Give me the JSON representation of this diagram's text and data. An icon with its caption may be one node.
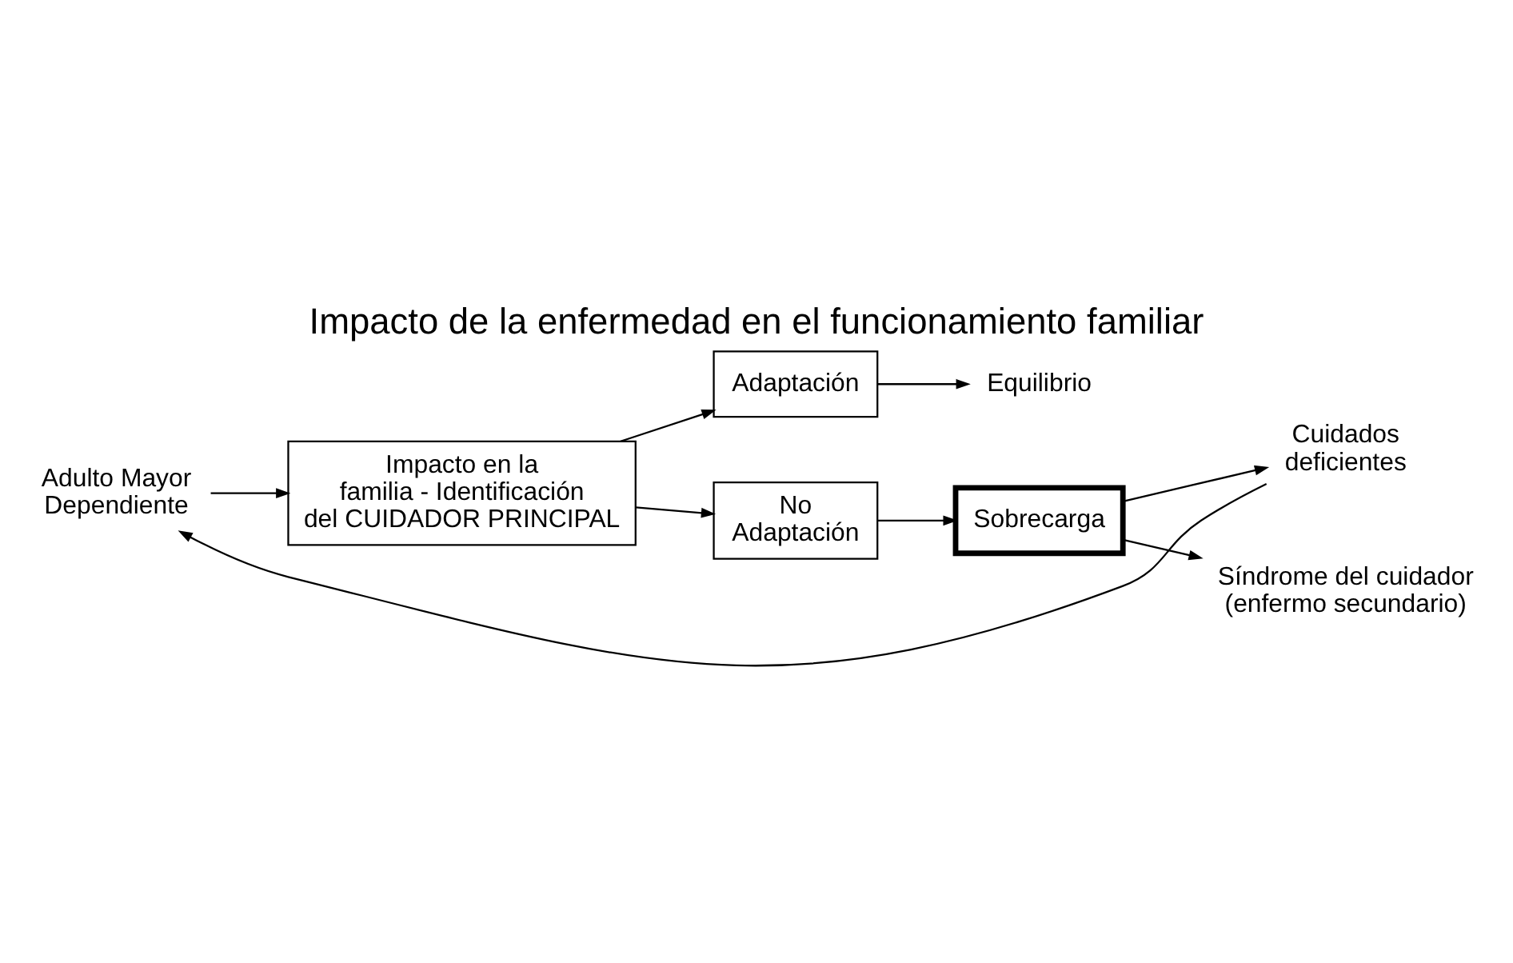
{
  "diagram": {
    "title": "Impacto de la enfermedad en el funcionamiento familiar",
    "nodes": [
      {
        "text": [
          "Adulto Mayor Dependiente"
        ]
      },
      {
        "text": [
          "Impacto en la familia - Identificación del CUIDADOR PRINCIPAL"
        ]
      },
      {
        "text": [
          "Adaptación"
        ]
      },
      {
        "text": [
          "Equilibrio"
        ]
      },
      {
        "text": [
          "No Adaptación"
        ]
      },
      {
        "text": [
          "Sobrecarga"
        ]
      },
      {
        "text": [
          "Cuidados deficientes"
        ]
      },
      {
        "text": [
          "Síndrome del cuidador (enfermo secundario)"
        ]
      }
    ],
    "edges": [
      {
        "from": 0,
        "to": 1,
        "arrow": "to"
      },
      {
        "from": 1,
        "to": 2,
        "arrow": "to"
      },
      {
        "from": 1,
        "to": 4,
        "arrow": "to"
      },
      {
        "from": 2,
        "to": 3,
        "arrow": "to"
      },
      {
        "from": 4,
        "to": 5,
        "arrow": "to"
      },
      {
        "from": 5,
        "to": 6,
        "arrow": "to"
      },
      {
        "from": 5,
        "to": 7,
        "arrow": "to"
      },
      {
        "from": 6,
        "to": 0,
        "arrow": "to"
      }
    ]
  }
}
